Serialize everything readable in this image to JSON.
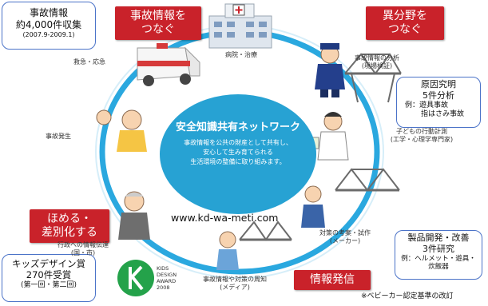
{
  "colors": {
    "ring": "#2aa8df",
    "hub": "#27a2d3",
    "tag": "#c9222a",
    "box_border": "#4b73c8"
  },
  "icons": [
    "hospital-building-icon",
    "ambulance-icon",
    "police-officer-icon",
    "scientist-icon",
    "bridge-icon",
    "elderly-man-icon",
    "child-icon",
    "kids-design-logo-icon"
  ],
  "boxes": {
    "incident_info": {
      "l1": "事故情報",
      "l2": "約4,000件収集",
      "l3": "(2007.9-2009.1)"
    },
    "cause": {
      "l1": "原因究明",
      "l2": "5件分析",
      "l3": "例：遊具事故",
      "l4": "指はさみ事故"
    },
    "products": {
      "l1": "製品開発・改善",
      "l2": "3件研究",
      "l3": "例：ヘルメット・遊具・",
      "l4": "炊飯器"
    },
    "kids_award": {
      "l1": "キッズデザイン賞",
      "l2": "270件受賞",
      "l3": "(第一回・第二回)"
    }
  },
  "tags": {
    "connect_info": {
      "l1": "事故情報を",
      "l2": "つなぐ"
    },
    "connect_fields": {
      "l1": "異分野を",
      "l2": "つなぐ"
    },
    "praise": {
      "l1": "ほめる・",
      "l2": "差別化する"
    },
    "dissemination": "情報発信"
  },
  "nodes": {
    "emergency": "救急・応急",
    "hospital": "病院・治療",
    "analysis_1": "事故情報の分析",
    "analysis_2": "(現場検証)",
    "occurrence": "事故発生",
    "child_1": "子どもの行動計測",
    "child_2": "(工学・心理学専門家)",
    "admin_1": "行政への情報伝達",
    "admin_2": "(国・市)",
    "makers_1": "対策の考案・試作",
    "makers_2": "(メーカー)",
    "media_1": "事故情報や対策の周知",
    "media_2": "(メディア)"
  },
  "hub": {
    "title": "安全知識共有ネットワーク",
    "d1": "事故情報を公共の財産として共有し、",
    "d2": "安心して生み育てられる",
    "d3": "生活環境の整備に取り組みます。"
  },
  "url": "www.kd-wa-meti.com",
  "logo": {
    "l1": "KIDS",
    "l2": "DESIGN",
    "l3": "AWARD",
    "l4": "2008"
  },
  "footnote": "※ベビーカー認定基準の改訂"
}
